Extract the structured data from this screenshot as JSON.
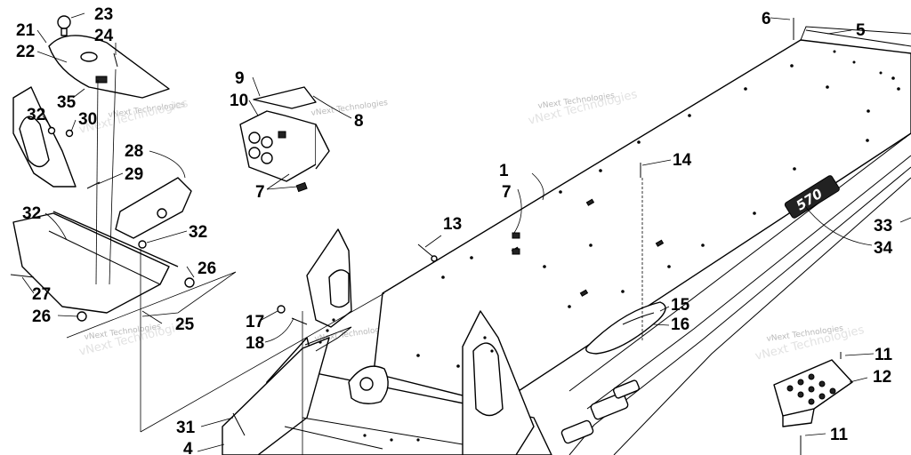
{
  "watermark": "vNext Technologies",
  "decal_text": "570",
  "callouts": [
    {
      "id": "c1",
      "label": "1"
    },
    {
      "id": "c4",
      "label": "4"
    },
    {
      "id": "c5",
      "label": "5"
    },
    {
      "id": "c6",
      "label": "6"
    },
    {
      "id": "c7a",
      "label": "7"
    },
    {
      "id": "c7b",
      "label": "7"
    },
    {
      "id": "c8",
      "label": "8"
    },
    {
      "id": "c9",
      "label": "9"
    },
    {
      "id": "c10",
      "label": "10"
    },
    {
      "id": "c11a",
      "label": "11"
    },
    {
      "id": "c11b",
      "label": "11"
    },
    {
      "id": "c12",
      "label": "12"
    },
    {
      "id": "c13",
      "label": "13"
    },
    {
      "id": "c14",
      "label": "14"
    },
    {
      "id": "c15",
      "label": "15"
    },
    {
      "id": "c16",
      "label": "16"
    },
    {
      "id": "c17",
      "label": "17"
    },
    {
      "id": "c18",
      "label": "18"
    },
    {
      "id": "c21",
      "label": "21"
    },
    {
      "id": "c22",
      "label": "22"
    },
    {
      "id": "c23",
      "label": "23"
    },
    {
      "id": "c24",
      "label": "24"
    },
    {
      "id": "c25",
      "label": "25"
    },
    {
      "id": "c26a",
      "label": "26"
    },
    {
      "id": "c26b",
      "label": "26"
    },
    {
      "id": "c27",
      "label": "27"
    },
    {
      "id": "c28",
      "label": "28"
    },
    {
      "id": "c29",
      "label": "29"
    },
    {
      "id": "c30",
      "label": "30"
    },
    {
      "id": "c31",
      "label": "31"
    },
    {
      "id": "c32a",
      "label": "32"
    },
    {
      "id": "c32b",
      "label": "32"
    },
    {
      "id": "c32c",
      "label": "32"
    },
    {
      "id": "c33",
      "label": "33"
    },
    {
      "id": "c34",
      "label": "34"
    },
    {
      "id": "c35",
      "label": "35"
    }
  ]
}
